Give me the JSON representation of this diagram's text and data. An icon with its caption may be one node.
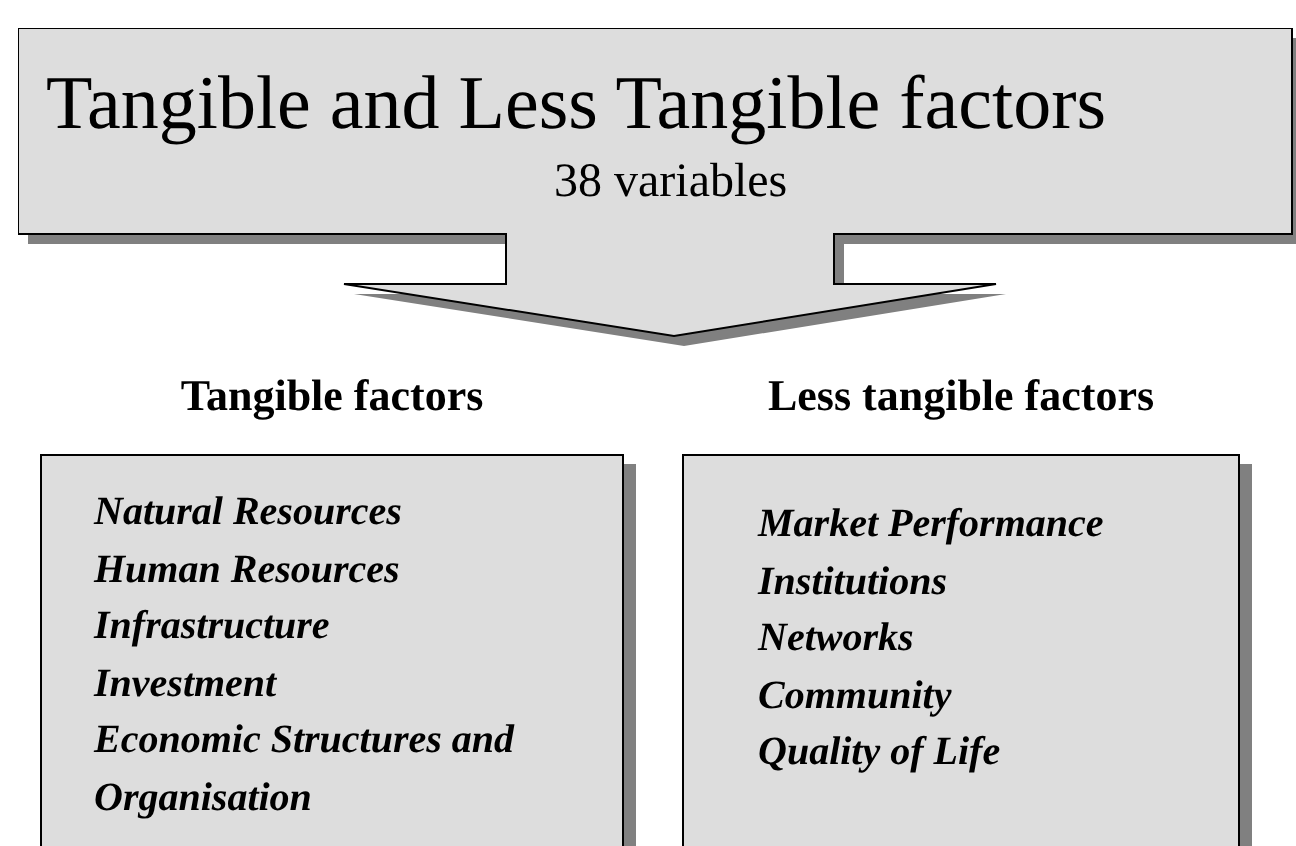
{
  "diagram": {
    "nodes": [
      {
        "text": [
          "Tangible and Less Tangible factors",
          "38 variables"
        ]
      },
      {
        "text": [
          "Tangible factors",
          "Natural Resources",
          "Human Resources",
          "Infrastructure",
          "Investment",
          "Economic Structures and Organisation"
        ]
      },
      {
        "text": [
          "Less tangible factors",
          "Market Performance",
          "Institutions",
          "Networks",
          "Community",
          "Quality of Life"
        ]
      }
    ]
  }
}
